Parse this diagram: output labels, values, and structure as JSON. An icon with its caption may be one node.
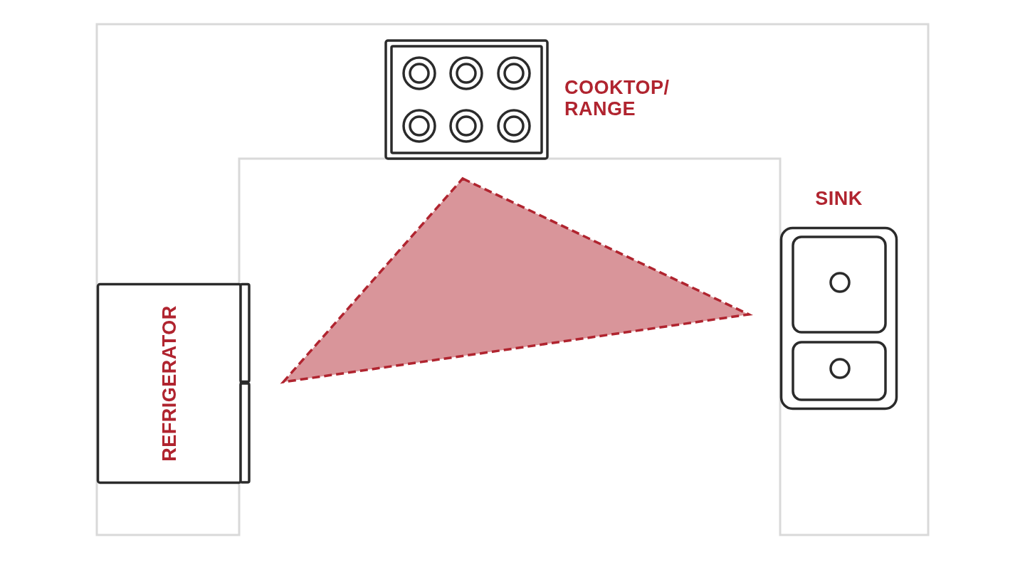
{
  "diagram": {
    "nodes": [
      {
        "text": [],
        "shape": "picture",
        "beside": [
          "COOKTOP/ RANGE"
        ]
      },
      {
        "text": [],
        "shape": "triangle"
      },
      {
        "text": [
          "SINK"
        ]
      },
      {
        "text": [
          "REFRIGERATOR"
        ]
      }
    ]
  }
}
